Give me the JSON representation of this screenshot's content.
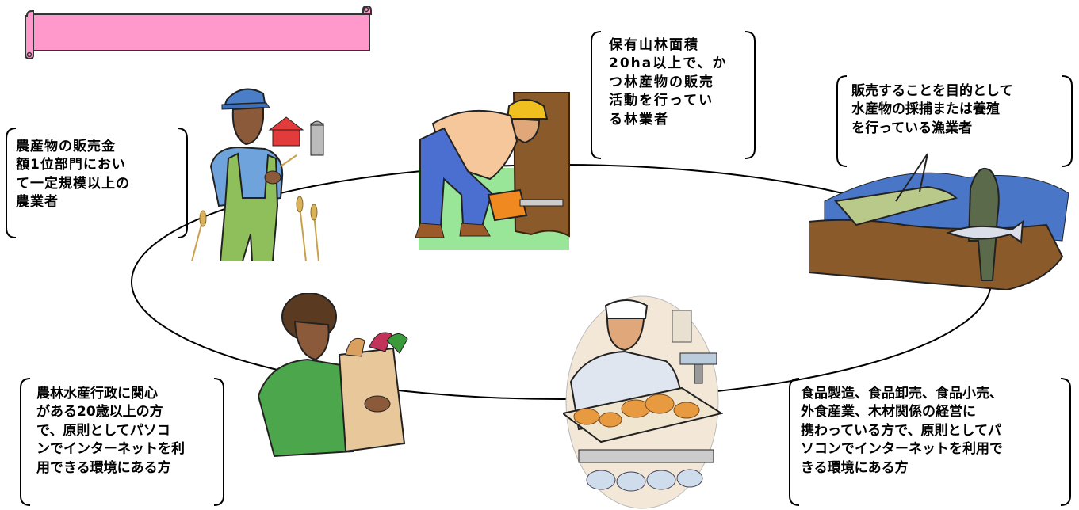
{
  "banner": {
    "fill": "#ff99cc",
    "text": ""
  },
  "categories": [
    {
      "id": "farmer",
      "label": "農産物の販売金\n額1位部門におい\nて一定規模以上の\n農業者"
    },
    {
      "id": "forester",
      "label": "保有山林面積\n20ha以上で、か\nつ林産物の販売\n活動を行ってい\nる林業者"
    },
    {
      "id": "fisher",
      "label": "販売することを目的として\n水産物の採捕または養殖\nを行っている漁業者"
    },
    {
      "id": "consumer",
      "label": "農林水産行政に関心\nがある20歳以上の方\nで、原則としてパソコ\nンでインターネットを利\n用できる環境にある方"
    },
    {
      "id": "business",
      "label": "食品製造、食品卸売、食品小売、\n外食産業、木材関係の経営に\n携わっている方で、原則としてパ\nソコンでインターネットを利用で\nきる環境にある方"
    }
  ],
  "colors": {
    "banner": "#ff99cc",
    "farmer_shirt": "#6fa3dc",
    "overalls": "#8fbf5a",
    "forest_ground": "#99e699",
    "sea": "#4a76c7",
    "consumer_shirt": "#4ca64c"
  },
  "icons": [
    "farmer-clipart",
    "lumberjack-clipart",
    "fisherman-clipart",
    "shopper-clipart",
    "baker-clipart"
  ]
}
